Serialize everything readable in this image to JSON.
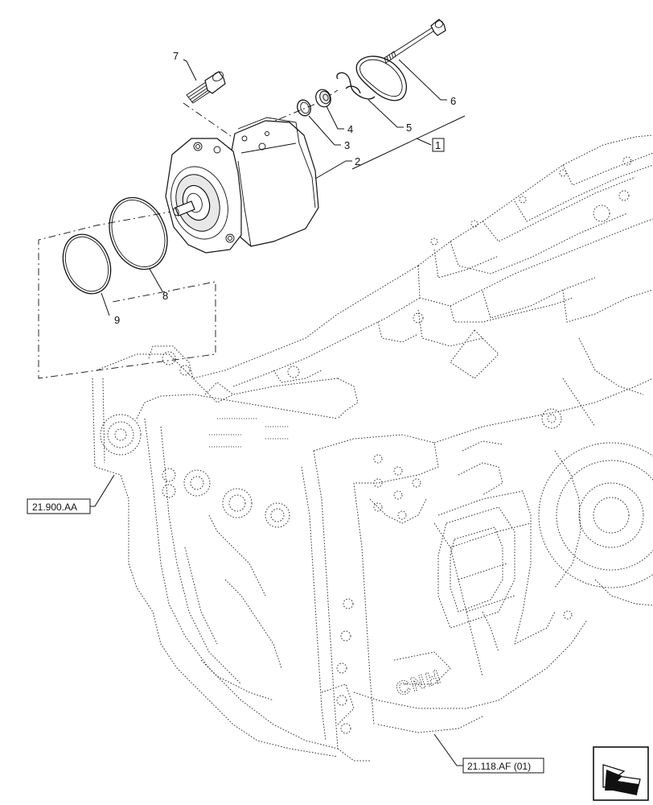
{
  "diagram": {
    "callouts": [
      {
        "id": "c1",
        "label": "1"
      },
      {
        "id": "c2",
        "label": "2"
      },
      {
        "id": "c3",
        "label": "3"
      },
      {
        "id": "c4",
        "label": "4"
      },
      {
        "id": "c5",
        "label": "5"
      },
      {
        "id": "c6",
        "label": "6"
      },
      {
        "id": "c7",
        "label": "7"
      },
      {
        "id": "c8",
        "label": "8"
      },
      {
        "id": "c9",
        "label": "9"
      }
    ],
    "references": {
      "left": "21.900.AA",
      "bottom": "21.118.AF (01)"
    },
    "housing_marking": "CNH",
    "nav_icon": "back-arrow-icon"
  }
}
